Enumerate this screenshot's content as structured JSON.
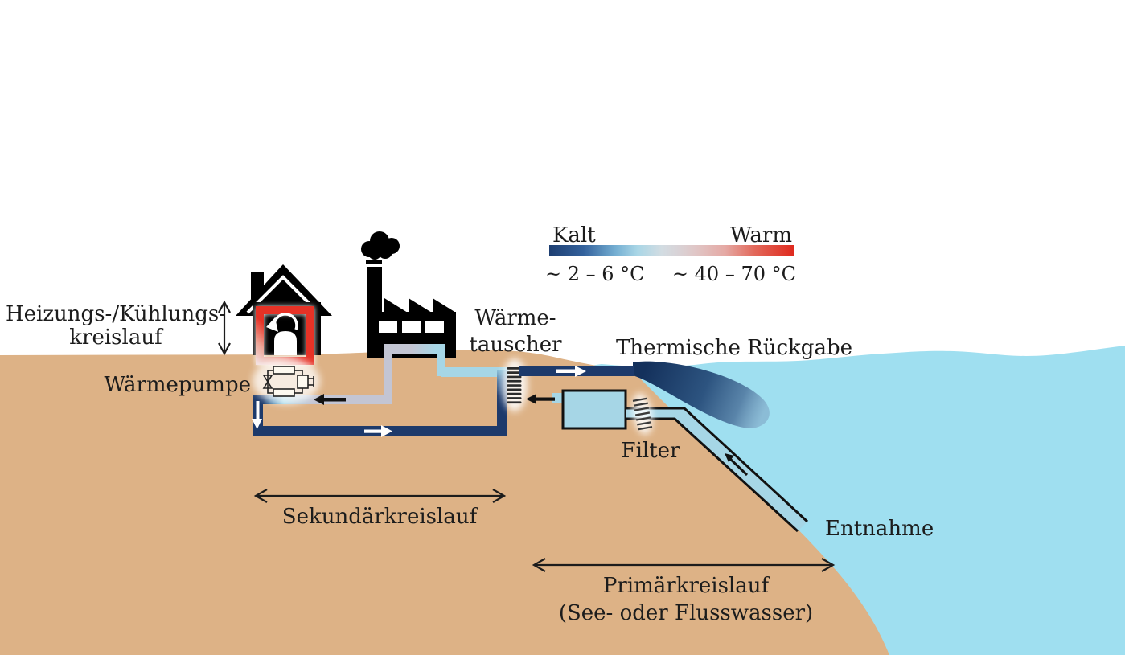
{
  "legend": {
    "cold_label": "Kalt",
    "warm_label": "Warm",
    "cold_range": "~ 2 – 6 °C",
    "warm_range": "~ 40 – 70 °C"
  },
  "labels": {
    "heating_cooling_line1": "Heizungs-/Kühlungs-",
    "heating_cooling_line2": "kreislauf",
    "heat_pump": "Wärmepumpe",
    "heat_exchanger_line1": "Wärme-",
    "heat_exchanger_line2": "tauscher",
    "thermal_return": "Thermische Rückgabe",
    "filter": "Filter",
    "extraction": "Entnahme",
    "secondary_circuit": "Sekundärkreislauf",
    "primary_circuit_line1": "Primärkreislauf",
    "primary_circuit_line2": "(See- oder Flusswasser)"
  },
  "colors": {
    "ground": "#ddb286",
    "water": "#9fdff0",
    "pipe_cold_dark": "#1d3a6b",
    "pipe_cool_light": "#a6d6e6",
    "pipe_warm_gray": "#c3c5d3",
    "heating_red": "#e63226",
    "icon_black": "#000000",
    "text": "#1c1c1c"
  },
  "icons": {
    "house": "black house silhouette",
    "factory": "black factory silhouette with smoke",
    "heat_pump_cycle": "refrigeration cycle line art",
    "heat_exchanger_coil": "stacked horizontal bars",
    "filter_screen": "coil screen on pipe",
    "rotation_arrow": "white curved circulation arrow",
    "flow_arrow": "directional flow arrow"
  }
}
